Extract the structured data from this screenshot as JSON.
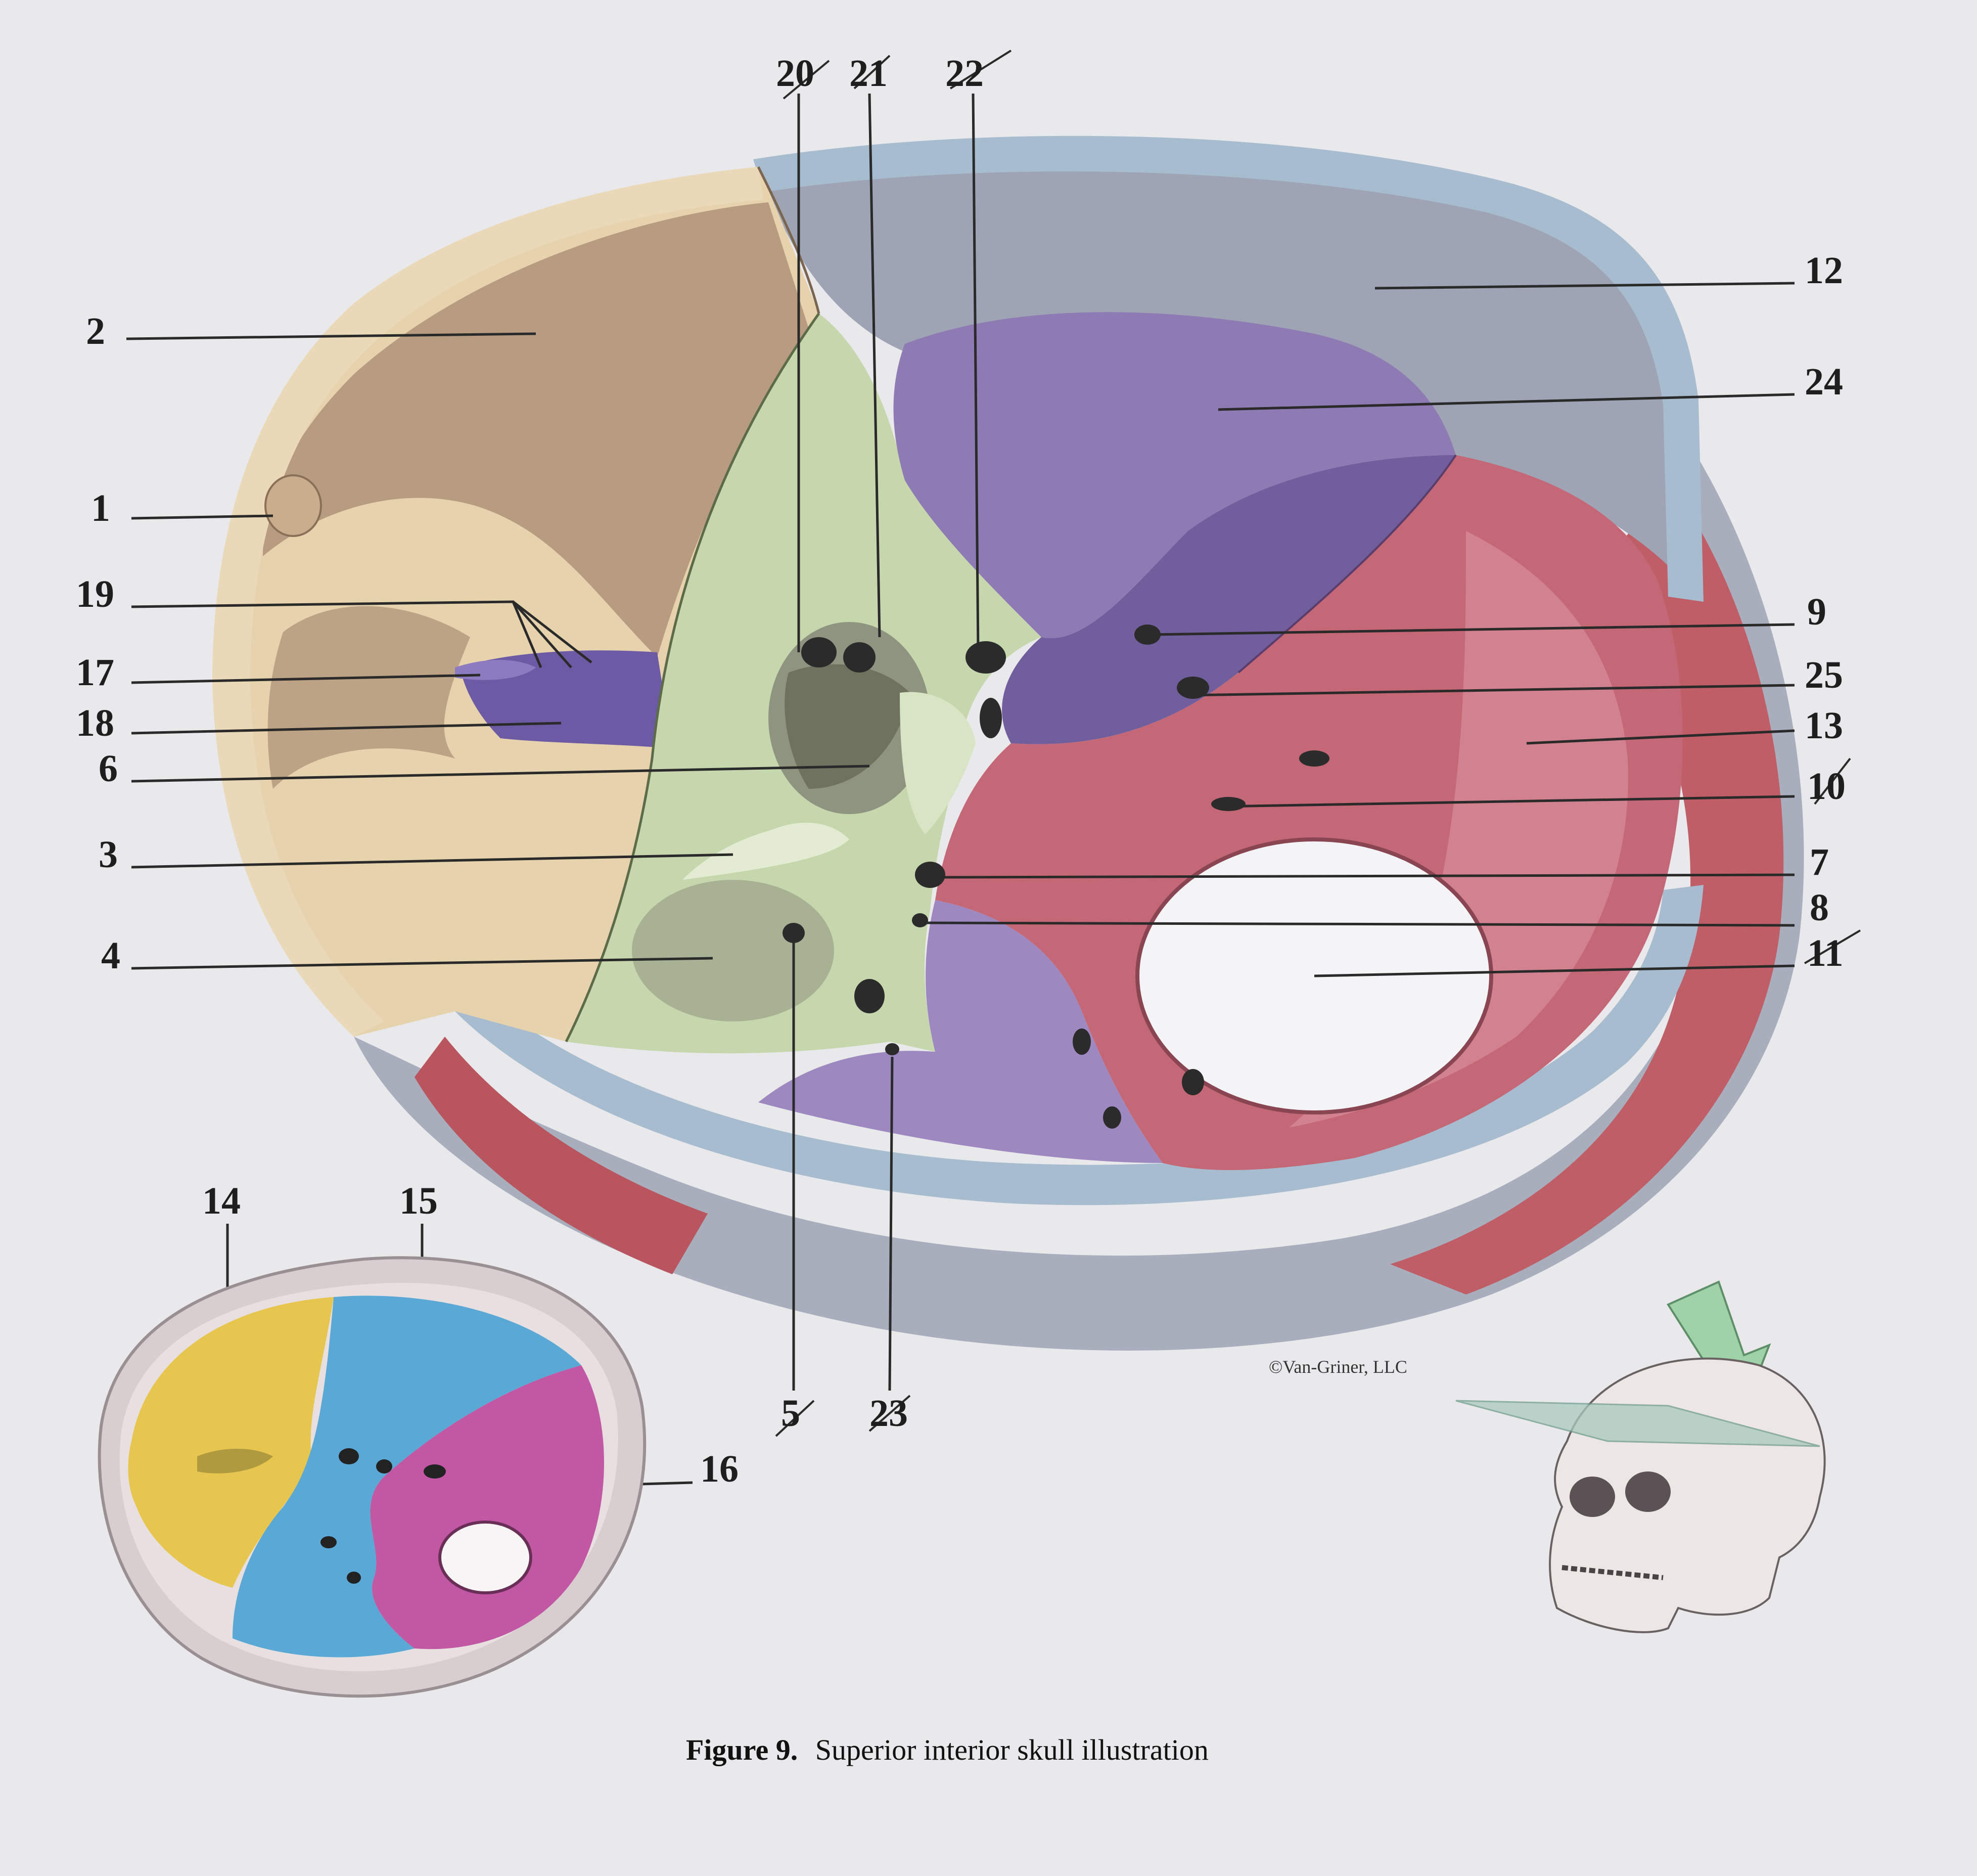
{
  "figure": {
    "caption_prefix": "Figure 9.",
    "caption_text": "Superior interior skull illustration",
    "copyright": "©Van-Griner, LLC"
  },
  "labels": {
    "l1": "1",
    "l2": "2",
    "l3": "3",
    "l4": "4",
    "l5": "5",
    "l6": "6",
    "l7": "7",
    "l8": "8",
    "l9": "9",
    "l10": "10",
    "l11": "11",
    "l12": "12",
    "l13": "13",
    "l14": "14",
    "l15": "15",
    "l16": "16",
    "l17": "17",
    "l18": "18",
    "l19": "19",
    "l20": "20",
    "l21": "21",
    "l22": "22",
    "l23": "23",
    "l24": "24",
    "l25": "25"
  },
  "colors": {
    "frontal": "#e6d2ad",
    "frontal_shade": "#b79c82",
    "ethmoid": "#6d5aa5",
    "sphenoid": "#c6d6ad",
    "temporal": "#8e7bb3",
    "occipital": "#c46776",
    "parietal": "#c4c6d3",
    "rim": "#a7bccf",
    "anterior_fossa": "#e7c650",
    "middle_fossa": "#5aa8d6",
    "posterior_fossa": "#c257a4",
    "arrow": "#9fd2a8",
    "plane": "#a9c9bd"
  }
}
